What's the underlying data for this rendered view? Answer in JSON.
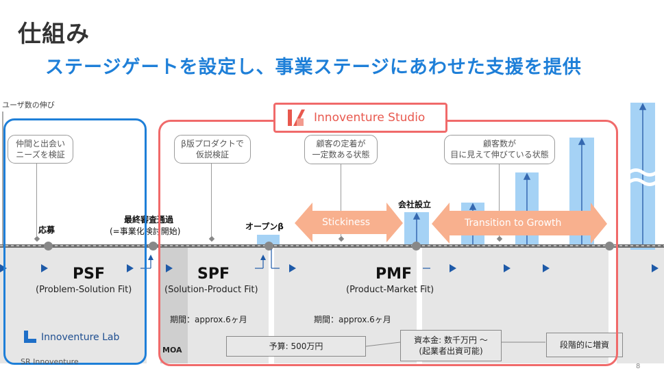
{
  "slide": {
    "title": "仕組み",
    "subtitle": "ステージゲートを設定し、事業ステージにあわせた支援を提供",
    "y_axis_label": "ユーザ数の伸び",
    "page_number": "8"
  },
  "callouts": {
    "psf": "仲間と出会い\nニーズを検証",
    "spf": "β版プロダクトで\n仮説検証",
    "pmf": "顧客の定着が\n一定数ある状態",
    "growth": "顧客数が\n目に見えて伸びている状態"
  },
  "milestones": {
    "apply": "応募",
    "final_review": "最終審査通過",
    "final_review_sub": "(=事業化検討開始)",
    "open_beta": "オープンβ",
    "incorporation": "会社設立"
  },
  "arrows": {
    "stickiness": "Stickiness",
    "transition": "Transition to Growth"
  },
  "stages": [
    {
      "name": "PSF",
      "sub": "(Problem-Solution Fit)"
    },
    {
      "name": "SPF",
      "sub": "(Solution-Product Fit)"
    },
    {
      "name": "PMF",
      "sub": "(Product-Market Fit)"
    }
  ],
  "periods": {
    "spf": "期間：approx.6ヶ月",
    "pmf": "期間：approx.6ヶ月"
  },
  "funding": {
    "budget": "予算: 500万円",
    "capital": "資本金: 数千万円 ～\n(起業者出資可能)",
    "gradual": "段階的に増資"
  },
  "labels": {
    "moa": "MOA",
    "innoventure_lab": "Innoventure Lab",
    "innoventure_studio": "Innoventure Studio",
    "sr_innoventure": "SR Innoventure"
  },
  "colors": {
    "blue_accent": "#1e7fd8",
    "studio_red": "#f06a6a",
    "arrow_orange": "#f8b08e",
    "bar_blue": "#a5d2f5"
  }
}
